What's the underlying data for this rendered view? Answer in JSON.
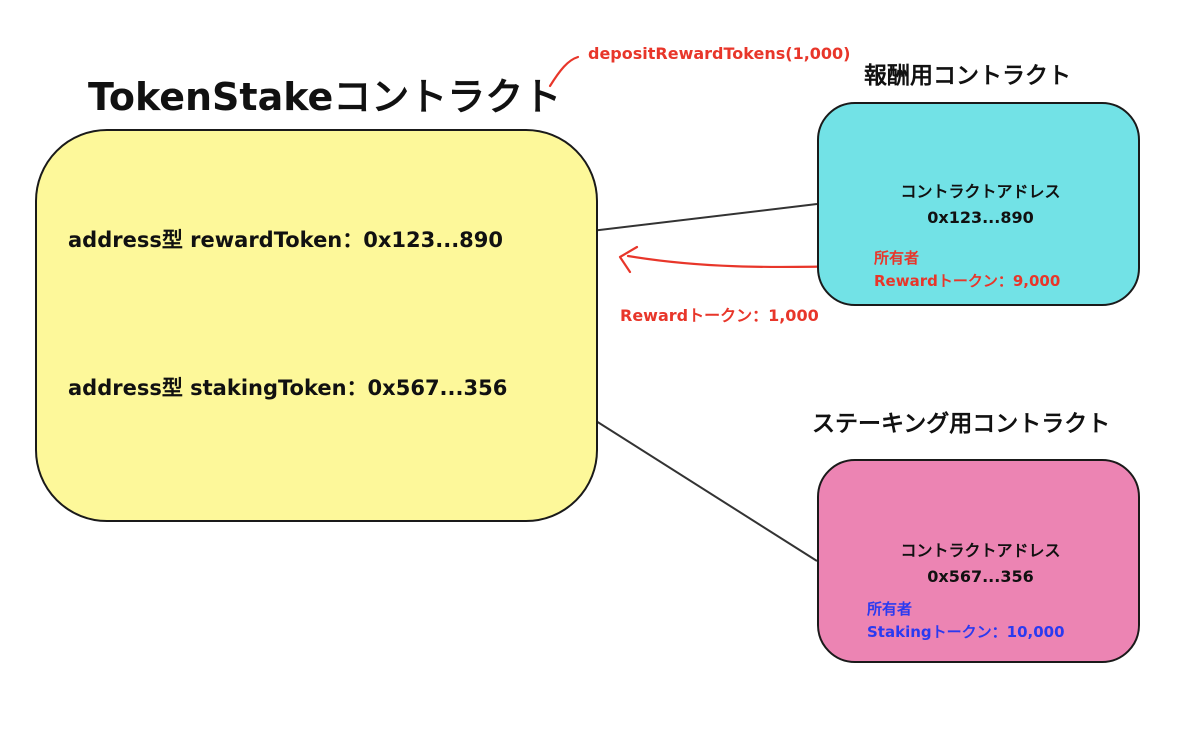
{
  "title": "TokenStakeコントラクト",
  "call_annotation": "depositRewardTokens(1,000)",
  "token_stake": {
    "reward_field": "address型 rewardToken：0x123...890",
    "staking_field": "address型 stakingToken：0x567...356"
  },
  "reward_contract": {
    "title": "報酬用コントラクト",
    "address_label": "コントラクトアドレス",
    "address_value": "0x123...890",
    "owner_label": "所有者",
    "balance": "Rewardトークン：9,000"
  },
  "staking_contract": {
    "title": "ステーキング用コントラクト",
    "address_label": "コントラクトアドレス",
    "address_value": "0x567...356",
    "owner_label": "所有者",
    "balance": "Stakingトークン：10,000"
  },
  "transfer_label": "Rewardトークン：1,000",
  "colors": {
    "token_stake_fill": "#fdf89a",
    "reward_fill": "#72e2e6",
    "staking_fill": "#ec84b3",
    "annotation_red": "#e8362a",
    "owner_blue": "#2a3af0"
  }
}
